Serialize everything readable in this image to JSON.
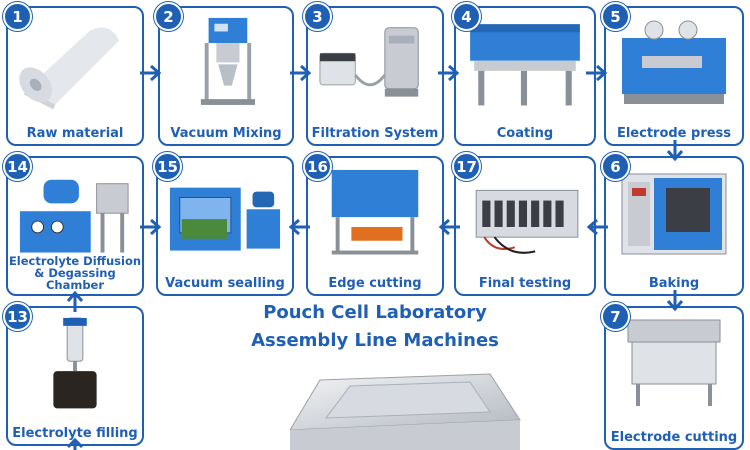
{
  "title": {
    "line1": "Pouch Cell Laboratory",
    "line2": "Assembly Line Machines"
  },
  "steps": [
    {
      "num": "1",
      "label": "Raw material"
    },
    {
      "num": "2",
      "label": "Vacuum Mixing"
    },
    {
      "num": "3",
      "label": "Filtration System"
    },
    {
      "num": "4",
      "label": "Coating"
    },
    {
      "num": "5",
      "label": "Electrode press"
    },
    {
      "num": "6",
      "label": "Baking"
    },
    {
      "num": "7",
      "label": "Electrode cutting"
    },
    {
      "num": "13",
      "label": "Electrolyte filling"
    },
    {
      "num": "14",
      "label_line1": "Electrolyte Diffusion",
      "label_line2": "& Degassing Chamber"
    },
    {
      "num": "15",
      "label": "Vacuum sealling"
    },
    {
      "num": "16",
      "label": "Edge cutting"
    },
    {
      "num": "17",
      "label": "Final testing"
    }
  ],
  "colors": {
    "accent": "#1f5fb4",
    "machine_blue": "#2f7fd6",
    "metal": "#c8ccd2"
  },
  "icons": [
    "arrow-right-icon",
    "arrow-down-icon",
    "arrow-left-icon",
    "arrow-up-icon"
  ]
}
